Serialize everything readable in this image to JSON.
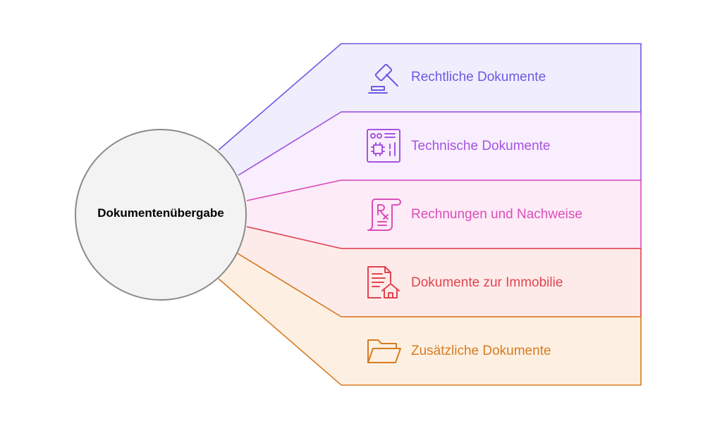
{
  "hub": {
    "label": "Dokumentenübergabe",
    "fill": "#f3f3f3",
    "stroke": "#8a8a8a"
  },
  "branches": [
    {
      "label": "Rechtliche Dokumente",
      "icon": "gavel-icon",
      "color": "#6b5ae3",
      "fill": "#f0eefd"
    },
    {
      "label": "Technische Dokumente",
      "icon": "circuit-document-icon",
      "color": "#a455e0",
      "fill": "#f9eefd"
    },
    {
      "label": "Rechnungen und Nachweise",
      "icon": "prescription-receipt-icon",
      "color": "#d94fb8",
      "fill": "#fdebf7"
    },
    {
      "label": "Dokumente zur Immobilie",
      "icon": "document-house-icon",
      "color": "#e0454f",
      "fill": "#fdebea"
    },
    {
      "label": "Zusätzliche Dokumente",
      "icon": "folder-icon",
      "color": "#d57c22",
      "fill": "#fdf0e2"
    }
  ]
}
